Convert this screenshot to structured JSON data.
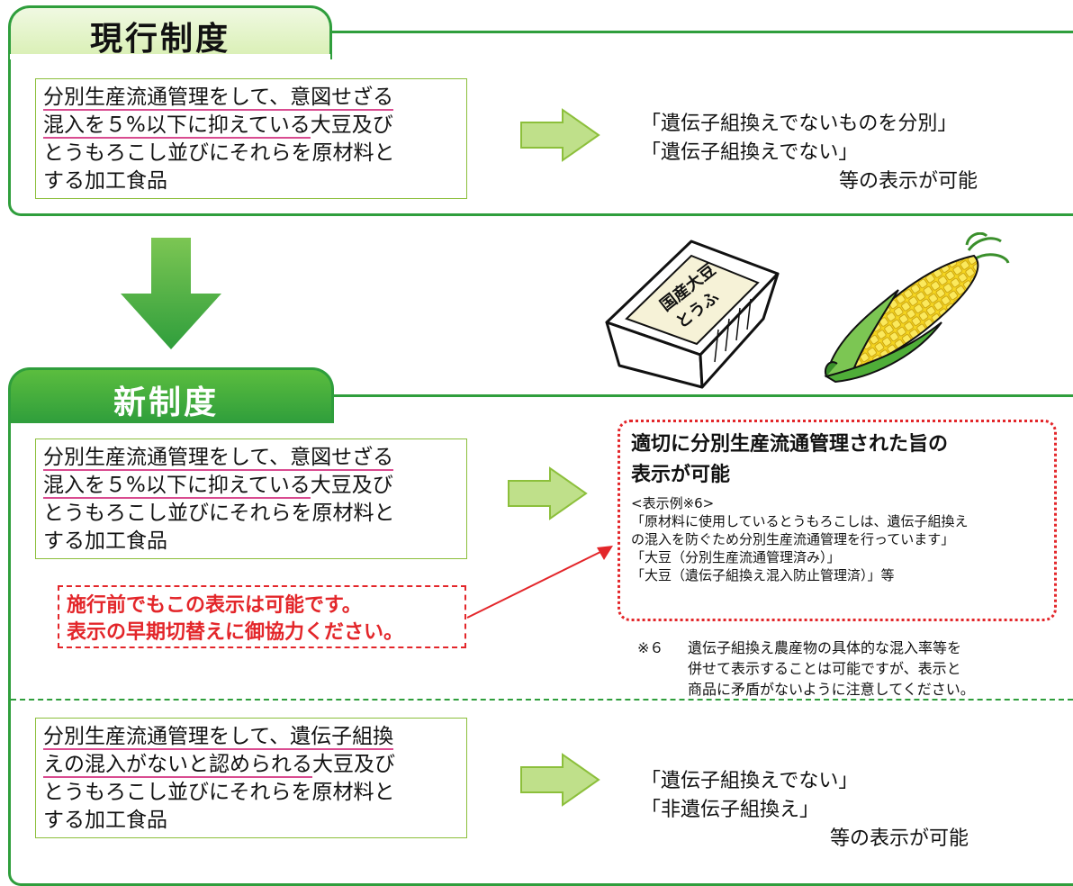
{
  "current": {
    "title": "現行制度",
    "condition": {
      "line1_u": "分別生産流通管理をして、意図せざる",
      "line2_u": "混入を５%以下に抑えている",
      "line2_rest": "大豆及び",
      "line3": "とうもろこし並びにそれらを原材料と",
      "line4": "する加工食品"
    },
    "result": {
      "line1": "「遺伝子組換えでないものを分別」",
      "line2": "「遺伝子組換えでない」",
      "line3": "等の表示が可能"
    }
  },
  "illustrations": {
    "tofu_label": "国産大豆とうふ"
  },
  "new_system": {
    "title": "新制度",
    "condition1": {
      "line1_u": "分別生産流通管理をして、意図せざる",
      "line2_u": "混入を５%以下に抑えている",
      "line2_rest": "大豆及び",
      "line3": "とうもろこし並びにそれらを原材料と",
      "line4": "する加工食品"
    },
    "result1": {
      "heading1": "適切に分別生産流通管理された旨の",
      "heading2": "表示が可能",
      "example_label": "<表示例※6>",
      "example1a": "「原材料に使用しているとうもろこしは、遺伝子組換え",
      "example1b": "の混入を防ぐため分別生産流通管理を行っています」",
      "example2": "「大豆（分別生産流通管理済み）」",
      "example3": "「大豆（遺伝子組換え混入防止管理済）」等"
    },
    "notice": {
      "line1": "施行前でもこの表示は可能です。",
      "line2": "表示の早期切替えに御協力ください。"
    },
    "footnote": {
      "mark": "※６",
      "line1": "遺伝子組換え農産物の具体的な混入率等を",
      "line2": "併せて表示することは可能ですが、表示と",
      "line3": "商品に矛盾がないように注意してください。"
    },
    "condition2": {
      "line1_u": "分別生産流通管理をして、遺伝子組換",
      "line2_u": "えの混入がないと認められる",
      "line2_rest": "大豆及び",
      "line3": "とうもろこし並びにそれらを原材料と",
      "line4": "する加工食品"
    },
    "result2": {
      "line1": "「遺伝子組換えでない」",
      "line2": "「非遺伝子組換え」",
      "line3": "等の表示が可能"
    }
  },
  "colors": {
    "frame_green": "#2f9e3c",
    "tab_gradient_top": "#e8f5d0",
    "arrow_light": "#bfe08a",
    "big_arrow": "#49ad35",
    "emphasis_red": "#e3262a",
    "underline_pink": "#d94c90"
  }
}
